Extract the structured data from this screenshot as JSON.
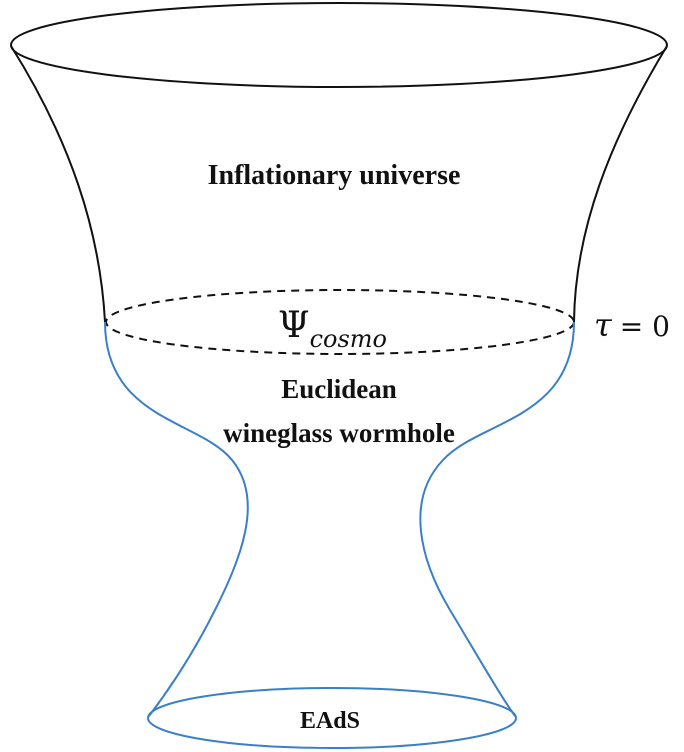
{
  "labels": {
    "inflation": "Inflationary universe",
    "euclidean_line1": "Euclidean",
    "euclidean_line2": "wineglass wormhole",
    "eads": "EAdS",
    "psi_symbol": "Ψ",
    "psi_subscript": "cosmo",
    "tau_symbol": "τ",
    "tau_equals": "= 0"
  },
  "colors": {
    "lorentzian_outline": "#111111",
    "euclidean_outline": "#3a7fc9",
    "slice_dashed": "#111111",
    "text": "#111111"
  }
}
